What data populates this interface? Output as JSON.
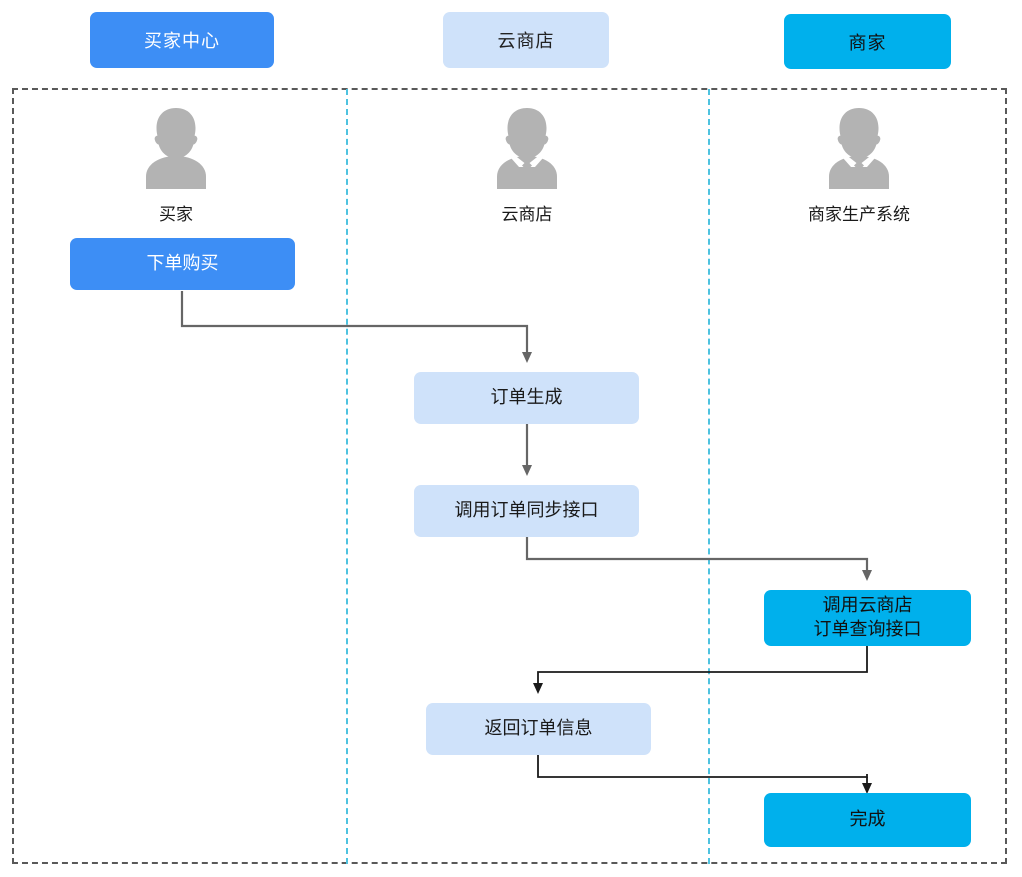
{
  "lanes": [
    {
      "id": "buyer",
      "label": "买家中心",
      "color": "#3d8ef5"
    },
    {
      "id": "cloud",
      "label": "云商店",
      "color": "#cfe2fa"
    },
    {
      "id": "merchant",
      "label": "商家",
      "color": "#00b0ec"
    }
  ],
  "actors": [
    {
      "id": "buyer",
      "label": "买家",
      "icon": "user-avatar-icon"
    },
    {
      "id": "cloud",
      "label": "云商店",
      "icon": "user-avatar-collar-icon"
    },
    {
      "id": "merchant",
      "label": "商家生产系统",
      "icon": "user-avatar-collar-icon"
    }
  ],
  "nodes": {
    "order": "下单购买",
    "generate": "订单生成",
    "syncapi": "调用订单同步接口",
    "queryapi": "调用云商店\n订单查询接口",
    "return": "返回订单信息",
    "done": "完成"
  },
  "colors": {
    "brand_blue": "#3d8ef5",
    "light_blue": "#cfe2fa",
    "cyan": "#00b0ec",
    "connector_gray": "#666666",
    "connector_dark": "#1a1a1a",
    "frame_dash": "#595959",
    "lane_dash": "#4ec3e0",
    "avatar_gray": "#b3b3b3"
  },
  "flow_edges": [
    {
      "from": "order",
      "to": "generate"
    },
    {
      "from": "generate",
      "to": "syncapi"
    },
    {
      "from": "syncapi",
      "to": "queryapi"
    },
    {
      "from": "queryapi",
      "to": "return"
    },
    {
      "from": "return",
      "to": "done"
    }
  ]
}
